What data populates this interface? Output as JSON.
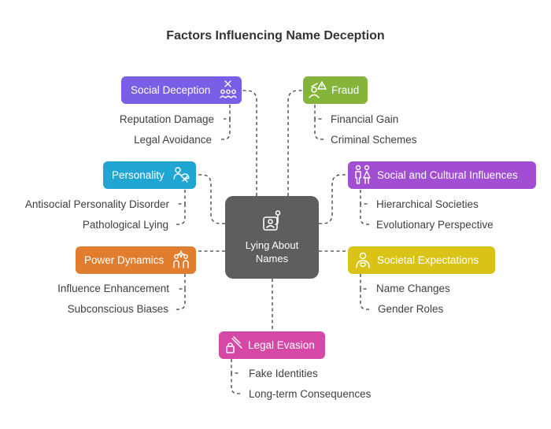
{
  "title": "Factors Influencing Name Deception",
  "center": {
    "label_line1": "Lying About",
    "label_line2": "Names",
    "icon": "hand-pointer-icon"
  },
  "colors": {
    "social_deception": "#7a5fe6",
    "fraud": "#84b53a",
    "personality": "#21a6d3",
    "social_cultural": "#a24ed3",
    "power_dynamics": "#e17d2e",
    "societal_expectations": "#d9c316",
    "legal_evasion": "#d648a6",
    "center": "#5e5e5e",
    "connector": "#3d3d3d"
  },
  "categories": {
    "social_deception": {
      "label": "Social Deception",
      "icon": "people-cross-icon",
      "items": [
        "Reputation Damage",
        "Legal Avoidance"
      ]
    },
    "fraud": {
      "label": "Fraud",
      "icon": "hacker-warning-icon",
      "items": [
        "Financial Gain",
        "Criminal Schemes"
      ]
    },
    "personality": {
      "label": "Personality",
      "icon": "brain-leaf-icon",
      "items": [
        "Antisocial Personality Disorder",
        "Pathological Lying"
      ]
    },
    "social_cultural": {
      "label": "Social and Cultural Influences",
      "icon": "two-people-icon",
      "items": [
        "Hierarchical Societies",
        "Evolutionary Perspective"
      ]
    },
    "power_dynamics": {
      "label": "Power Dynamics",
      "icon": "people-sparkle-icon",
      "items": [
        "Influence Enhancement",
        "Subconscious Biases"
      ]
    },
    "societal_expectations": {
      "label": "Societal Expectations",
      "icon": "person-shield-icon",
      "items": [
        "Name Changes",
        "Gender Roles"
      ]
    },
    "legal_evasion": {
      "label": "Legal Evasion",
      "icon": "gavel-lock-icon",
      "items": [
        "Fake Identities",
        "Long-term Consequences"
      ]
    }
  }
}
